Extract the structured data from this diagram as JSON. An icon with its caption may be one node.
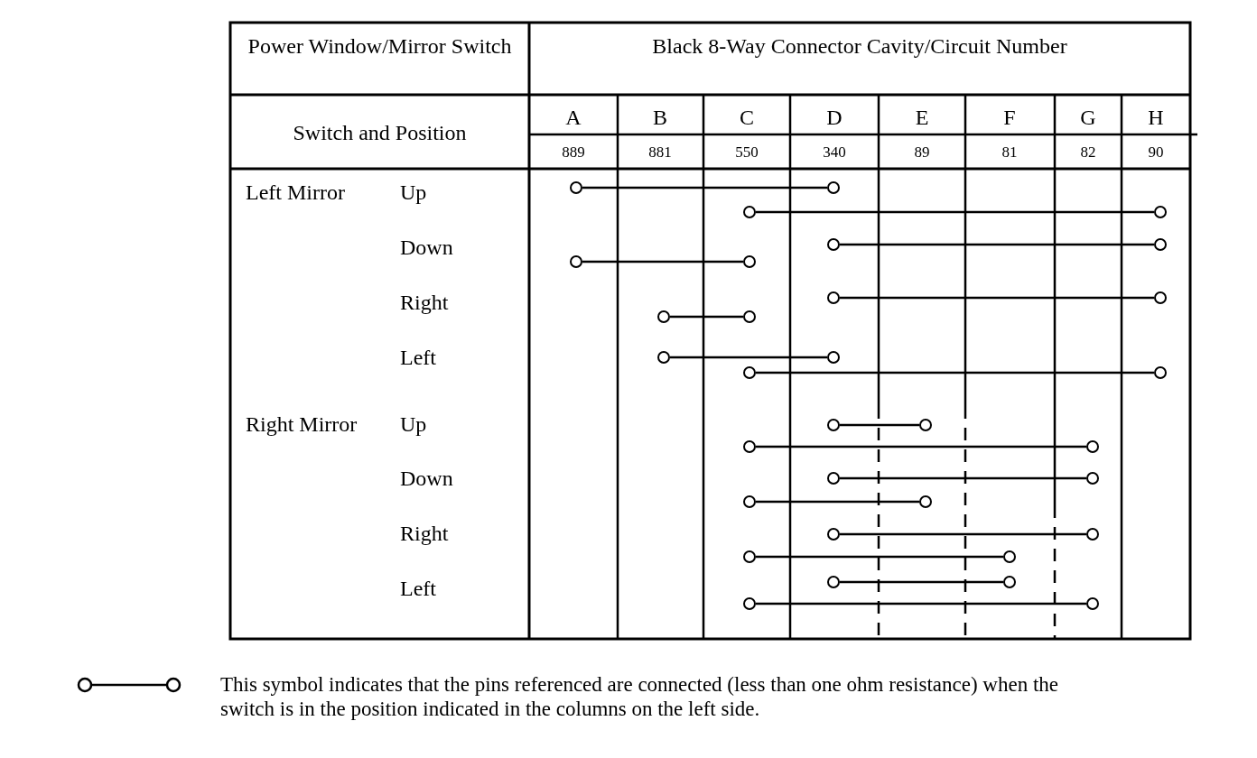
{
  "diagram": {
    "nodes": [
      {
        "text": [],
        "shape": "circle"
      },
      {
        "text": [],
        "shape": "circle"
      },
      {
        "text": [],
        "shape": "circle"
      },
      {
        "text": [],
        "shape": "circle"
      },
      {
        "text": [],
        "shape": "circle"
      },
      {
        "text": [],
        "shape": "circle"
      },
      {
        "text": [],
        "shape": "circle"
      },
      {
        "text": [],
        "shape": "circle"
      },
      {
        "text": [],
        "shape": "circle"
      },
      {
        "text": [],
        "shape": "circle"
      },
      {
        "text": [],
        "shape": "circle"
      },
      {
        "text": [],
        "shape": "circle"
      },
      {
        "text": [],
        "shape": "circle"
      },
      {
        "text": [],
        "shape": "circle"
      },
      {
        "text": [],
        "shape": "circle"
      },
      {
        "text": [],
        "shape": "circle"
      },
      {
        "text": [],
        "shape": "circle"
      },
      {
        "text": [],
        "shape": "circle"
      },
      {
        "text": [],
        "shape": "circle"
      },
      {
        "text": [],
        "shape": "circle"
      },
      {
        "text": [],
        "shape": "circle"
      },
      {
        "text": [],
        "shape": "circle"
      },
      {
        "text": [],
        "shape": "circle"
      },
      {
        "text": [],
        "shape": "circle"
      },
      {
        "text": [],
        "shape": "circle"
      },
      {
        "text": [],
        "shape": "circle"
      },
      {
        "text": [],
        "shape": "circle"
      },
      {
        "text": [],
        "shape": "circle"
      },
      {
        "text": [],
        "shape": "circle"
      },
      {
        "text": [],
        "shape": "circle"
      },
      {
        "text": [],
        "shape": "circle"
      },
      {
        "text": [],
        "shape": "circle"
      }
    ],
    "edges": [
      {
        "from": 0,
        "to": 1,
        "arrow": "none"
      },
      {
        "from": 2,
        "to": 3,
        "arrow": "none"
      },
      {
        "from": 4,
        "to": 5,
        "arrow": "none"
      },
      {
        "from": 6,
        "to": 7,
        "arrow": "none"
      },
      {
        "from": 8,
        "to": 9,
        "arrow": "none"
      },
      {
        "from": 10,
        "to": 11,
        "arrow": "none"
      },
      {
        "from": 12,
        "to": 13,
        "arrow": "none"
      },
      {
        "from": 14,
        "to": 15,
        "arrow": "none"
      },
      {
        "from": 16,
        "to": 17,
        "arrow": "none"
      },
      {
        "from": 18,
        "to": 19,
        "arrow": "none"
      },
      {
        "from": 20,
        "to": 21,
        "arrow": "none"
      },
      {
        "from": 22,
        "to": 23,
        "arrow": "none"
      },
      {
        "from": 24,
        "to": 25,
        "arrow": "none"
      },
      {
        "from": 26,
        "to": 27,
        "arrow": "none"
      },
      {
        "from": 28,
        "to": 29,
        "arrow": "none"
      },
      {
        "from": 30,
        "to": 31,
        "arrow": "none"
      }
    ],
    "labels": [
      "Power Window/Mirror Switch",
      "Black 8-Way Connector Cavity/Circuit Number",
      "Switch and Position",
      "A",
      "B",
      "C",
      "D",
      "E",
      "F",
      "G",
      "H",
      "889",
      "881",
      "550",
      "340",
      "89",
      "81",
      "82",
      "90",
      "Left Mirror",
      "Up",
      "Down",
      "Right",
      "Left",
      "Right Mirror",
      "Up",
      "Down",
      "Right",
      "Left"
    ],
    "legend": [
      {
        "text": "This symbol indicates that the pins referenced are connected (less than one ohm resistance) when the switch is in the position indicated in the columns on the left side."
      }
    ]
  }
}
